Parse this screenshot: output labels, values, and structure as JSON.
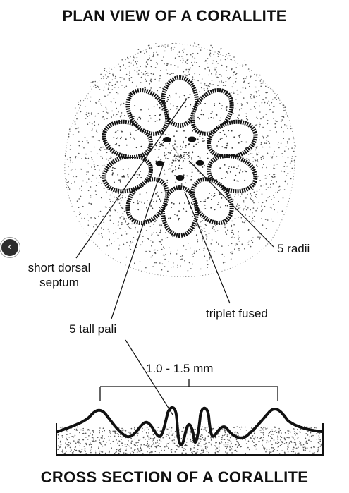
{
  "title_top": "PLAN VIEW OF A CORALLITE",
  "title_bottom": "CROSS SECTION OF A CORALLITE",
  "labels": {
    "dorsal_line1": "short dorsal",
    "dorsal_line2": "septum",
    "radii": "5 radii",
    "triplet": "triplet fused",
    "pali": "5 tall pali",
    "measurement": "1.0 - 1.5 mm"
  },
  "nav": {
    "icon": "chevron-left-icon"
  }
}
